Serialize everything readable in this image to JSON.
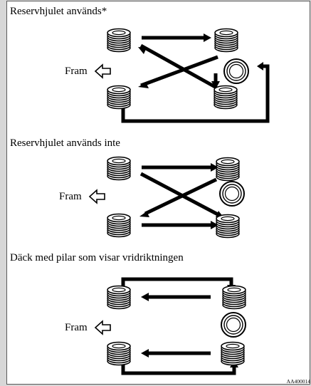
{
  "sections": [
    {
      "heading": "Reservhjulet används*",
      "front_label": "Fram"
    },
    {
      "heading": "Reservhjulet används inte",
      "front_label": "Fram"
    },
    {
      "heading": "Däck med pilar som visar vridriktningen",
      "front_label": "Fram"
    }
  ],
  "figure_code": "AA400014",
  "icons": {
    "tire": "stacked-tire-icon",
    "spare": "spare-wheel-icon",
    "direction": "outline-left-arrow-icon"
  },
  "colors": {
    "background": "#d7d7d7",
    "panel": "#ffffff",
    "lines": "#000000"
  }
}
